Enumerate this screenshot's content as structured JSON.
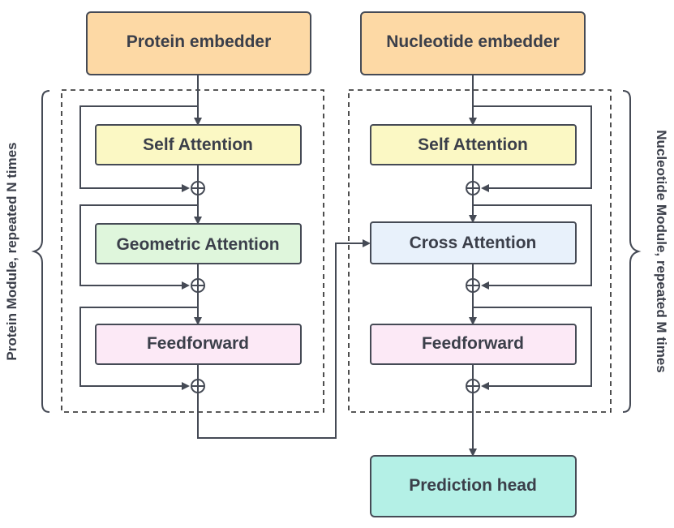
{
  "colors": {
    "embedder": "#fdd9a5",
    "self_attention": "#fbf8c4",
    "geometric_attention": "#dff6dc",
    "cross_attention": "#e8f1fb",
    "feedforward": "#fce9f6",
    "prediction_head": "#b4f0e6",
    "line": "#454a55",
    "text": "#3b3f4a"
  },
  "protein": {
    "embedder_label": "Protein embedder",
    "self_attention_label": "Self Attention",
    "geometric_attention_label": "Geometric Attention",
    "feedforward_label": "Feedforward",
    "module_label": "Protein Module, repeated N times"
  },
  "nucleotide": {
    "embedder_label": "Nucleotide embedder",
    "self_attention_label": "Self Attention",
    "cross_attention_label": "Cross Attention",
    "feedforward_label": "Feedforward",
    "module_label": "Nucleotide Module, repeated M times"
  },
  "output": {
    "prediction_head_label": "Prediction head"
  }
}
